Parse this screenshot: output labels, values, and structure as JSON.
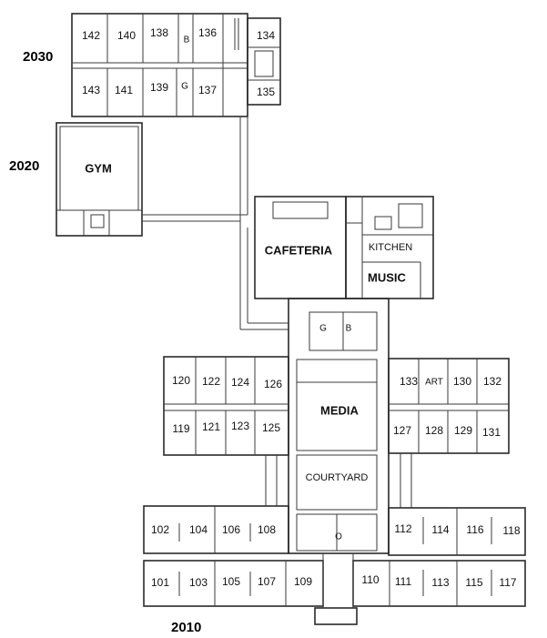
{
  "wings": {
    "w2030": "2030",
    "w2020": "2020",
    "w2010": "2010"
  },
  "facilities": {
    "gym": "GYM",
    "cafeteria": "CAFETERIA",
    "kitchen": "KITCHEN",
    "music": "MUSIC",
    "media": "MEDIA",
    "courtyard": "COURTYARD",
    "art": "ART",
    "restroom_g": "G",
    "restroom_b": "B",
    "office": "O"
  },
  "rooms": {
    "r101": "101",
    "r102": "102",
    "r103": "103",
    "r104": "104",
    "r105": "105",
    "r106": "106",
    "r107": "107",
    "r108": "108",
    "r109": "109",
    "r110": "110",
    "r111": "111",
    "r112": "112",
    "r113": "113",
    "r114": "114",
    "r115": "115",
    "r116": "116",
    "r117": "117",
    "r118": "118",
    "r119": "119",
    "r120": "120",
    "r121": "121",
    "r122": "122",
    "r123": "123",
    "r124": "124",
    "r125": "125",
    "r126": "126",
    "r127": "127",
    "r128": "128",
    "r129": "129",
    "r130": "130",
    "r131": "131",
    "r132": "132",
    "r133": "133",
    "r134": "134",
    "r135": "135",
    "r136": "136",
    "r137": "137",
    "r138": "138",
    "r139": "139",
    "r140": "140",
    "r141": "141",
    "r142": "142",
    "r143": "143"
  }
}
